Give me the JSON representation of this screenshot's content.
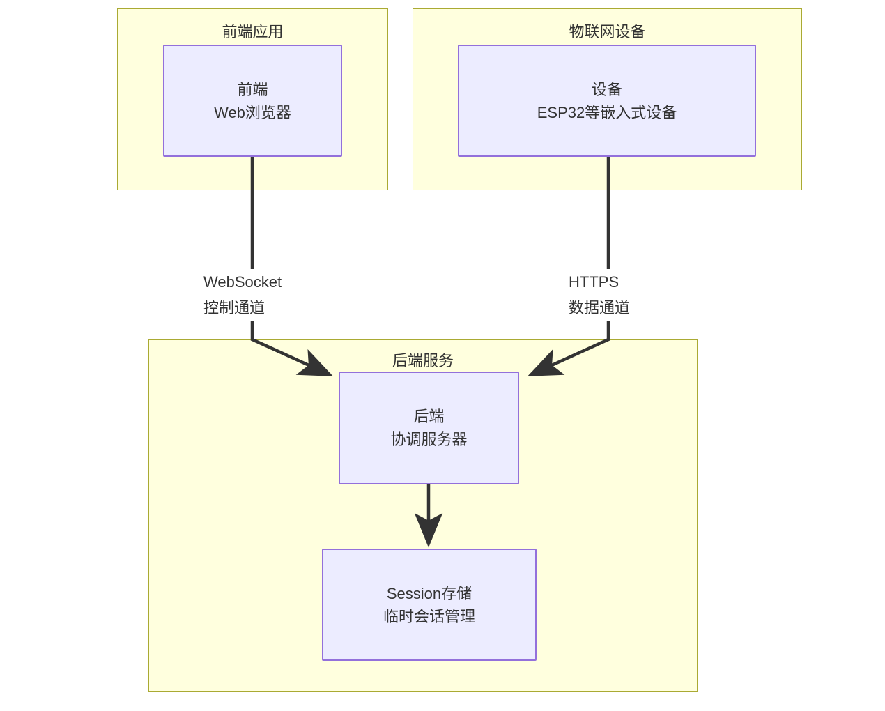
{
  "diagram": {
    "type": "flowchart",
    "direction": "top-down",
    "background": "#ffffff",
    "colors": {
      "node_fill": "#ececff",
      "node_border": "#9370db",
      "cluster_fill": "#ffffde",
      "cluster_border": "#aaaa33",
      "edge_stroke": "#333333",
      "text": "#333333"
    },
    "clusters": [
      {
        "id": "frontend",
        "title": "前端应用"
      },
      {
        "id": "iot",
        "title": "物联网设备"
      },
      {
        "id": "backend",
        "title": "后端服务"
      }
    ],
    "nodes": [
      {
        "id": "frontend",
        "cluster": "frontend",
        "line1": "前端",
        "line2": "Web浏览器"
      },
      {
        "id": "device",
        "cluster": "iot",
        "line1": "设备",
        "line2": "ESP32等嵌入式设备"
      },
      {
        "id": "backend",
        "cluster": "backend",
        "line1": "后端",
        "line2": "协调服务器"
      },
      {
        "id": "session",
        "cluster": "backend",
        "line1": "Session存储",
        "line2": "临时会话管理"
      }
    ],
    "edges": [
      {
        "id": "frontend-to-backend",
        "from": "frontend",
        "to": "backend",
        "label_line1": "WebSocket",
        "label_line2": "控制通道",
        "arrowhead": true
      },
      {
        "id": "device-to-backend",
        "from": "device",
        "to": "backend",
        "label_line1": "HTTPS",
        "label_line2": "数据通道",
        "arrowhead": true
      },
      {
        "id": "backend-to-session",
        "from": "backend",
        "to": "session",
        "label_line1": "",
        "label_line2": "",
        "arrowhead": true
      }
    ]
  }
}
